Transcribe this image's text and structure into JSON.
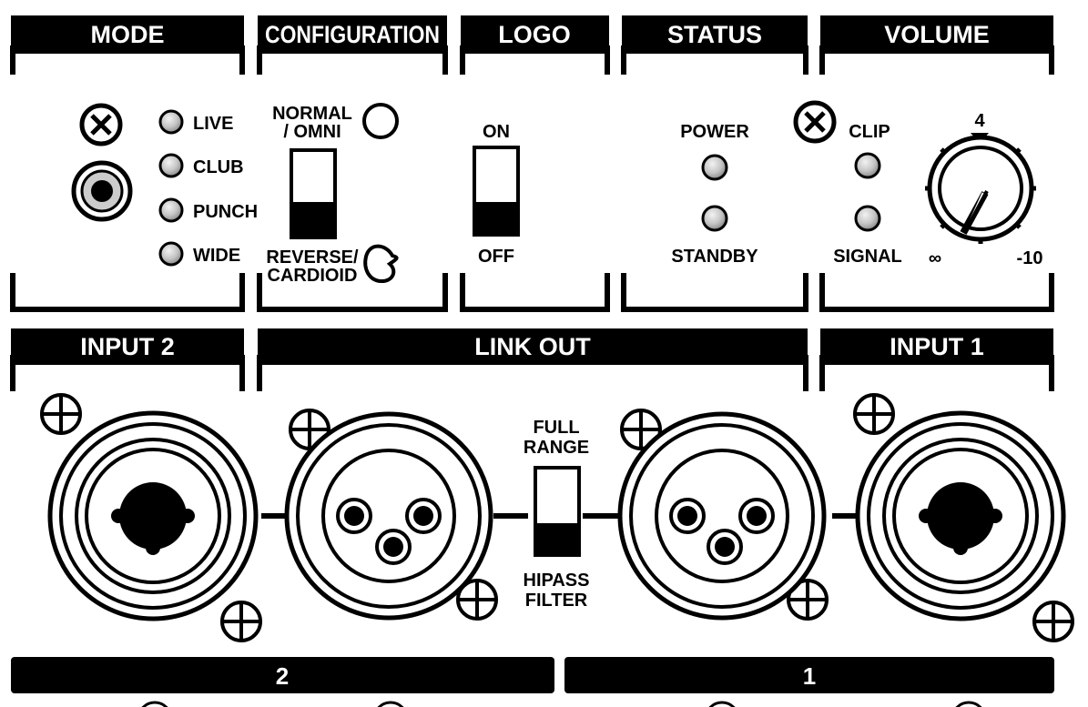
{
  "sections": {
    "mode": "MODE",
    "configuration": "CONFIGURATION",
    "logo": "LOGO",
    "status": "STATUS",
    "volume": "VOLUME",
    "input2": "INPUT 2",
    "link_out": "LINK OUT",
    "input1": "INPUT 1"
  },
  "mode": {
    "leds": [
      "LIVE",
      "CLUB",
      "PUNCH",
      "WIDE"
    ]
  },
  "configuration": {
    "top_line1": "NORMAL",
    "top_line2": "/ OMNI",
    "bottom_line1": "REVERSE/",
    "bottom_line2": "CARDIOID"
  },
  "logo": {
    "on": "ON",
    "off": "OFF"
  },
  "status": {
    "power": "POWER",
    "standby": "STANDBY"
  },
  "volume": {
    "clip": "CLIP",
    "signal": "SIGNAL",
    "knob_mark": "4",
    "min": "∞",
    "max": "-10"
  },
  "link": {
    "filter_top1": "FULL",
    "filter_top2": "RANGE",
    "filter_bottom1": "HIPASS",
    "filter_bottom2": "FILTER"
  },
  "channels": {
    "left": "2",
    "right": "1"
  }
}
